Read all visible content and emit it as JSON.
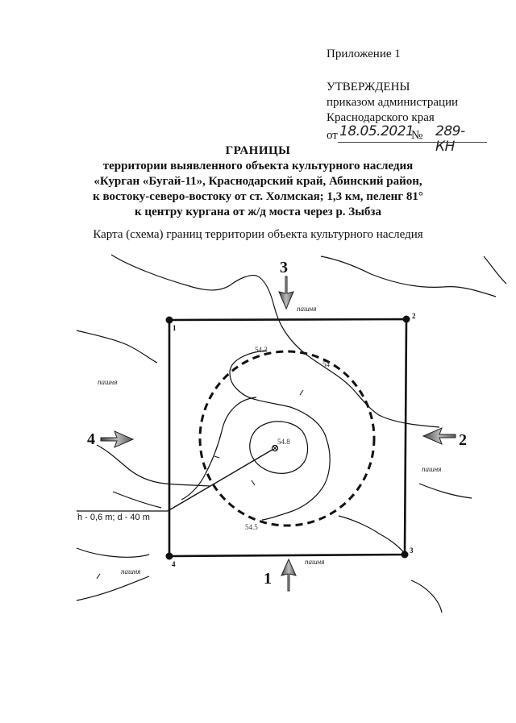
{
  "approval": {
    "appendix": "Приложение 1",
    "approved": "УТВЕРЖДЕНЫ",
    "line1": "приказом администрации",
    "line2": "Краснодарского края",
    "from_prefix": "от",
    "date_handwritten": "18.05.2021",
    "number_sign": "№",
    "number_handwritten": "289-КН"
  },
  "heading": {
    "title": "ГРАНИЦЫ",
    "line1": "территории выявленного объекта культурного наследия",
    "line2": "«Курган «Бугай-11», Краснодарский край, Абинский район,",
    "line3": "к востоку-северо-востоку от ст. Холмская; 1,3 км, пеленг 81°",
    "line4": "к центру кургана от ж/д моста через р. Зыбза"
  },
  "caption": "Карта (схема) границ территории объекта культурного наследия",
  "map": {
    "field_labels": [
      "пашня",
      "пашня",
      "пашня",
      "пашня",
      "пашня"
    ],
    "elevations": [
      "54.3",
      "54.8",
      "54.5",
      "54"
    ],
    "corners": [
      "1",
      "2",
      "3",
      "4"
    ],
    "directions": [
      "1",
      "2",
      "3",
      "4"
    ],
    "dimensions": "h - 0,6 m; d - 40 m"
  }
}
